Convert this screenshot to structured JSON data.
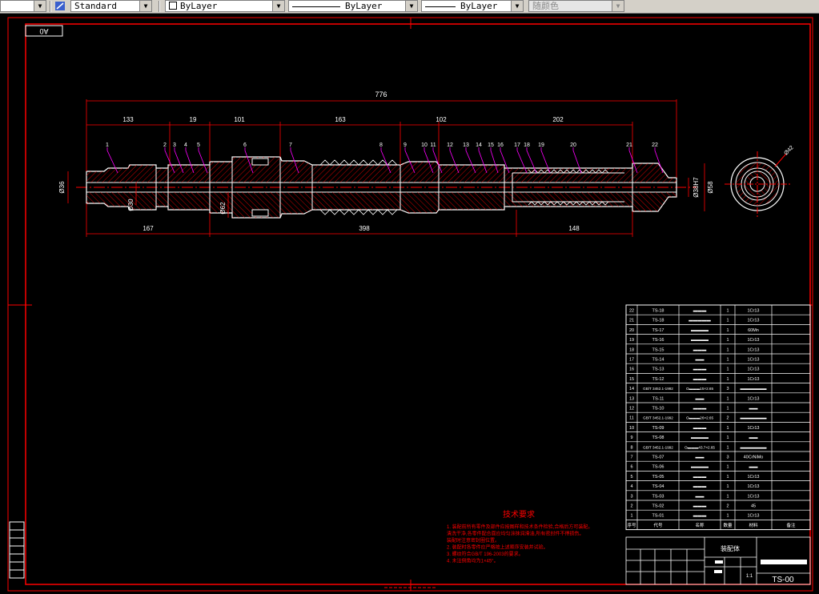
{
  "toolbar": {
    "text_style": "Standard",
    "layer_color": "ByLayer",
    "linetype": "ByLayer",
    "lineweight": "ByLayer",
    "plot_style": "随颜色"
  },
  "drawing": {
    "sheet_size": "A0",
    "dims_top": {
      "overall": "776",
      "segments": [
        "133",
        "19",
        "101",
        "163",
        "102",
        "202"
      ]
    },
    "dims_bottom": [
      "167",
      "398",
      "148"
    ],
    "diameters": {
      "left_outer": "Ø36",
      "left_inner": "Ø30",
      "mid": "Ø62",
      "right_outer": "Ø58",
      "right_inner": "Ø38H7",
      "section": "Ø42"
    },
    "balloons": [
      "1",
      "2",
      "3",
      "4",
      "5",
      "6",
      "7",
      "8",
      "9",
      "10",
      "11",
      "12",
      "13",
      "14",
      "15",
      "16",
      "17",
      "18",
      "19",
      "20",
      "21",
      "22"
    ]
  },
  "bom": {
    "rows": [
      {
        "no": "22",
        "code": "TS-18",
        "name": "▬▬▬",
        "qty": "1",
        "mat": "1Cr13"
      },
      {
        "no": "21",
        "code": "TS-18",
        "name": "▬▬▬▬▬",
        "qty": "1",
        "mat": "1Cr13"
      },
      {
        "no": "20",
        "code": "TS-17",
        "name": "▬▬▬▬",
        "qty": "1",
        "mat": "60Mn"
      },
      {
        "no": "19",
        "code": "TS-16",
        "name": "▬▬▬▬",
        "qty": "1",
        "mat": "1Cr13"
      },
      {
        "no": "18",
        "code": "TS-15",
        "name": "▬▬▬",
        "qty": "1",
        "mat": "1Cr13"
      },
      {
        "no": "17",
        "code": "TS-14",
        "name": "▬▬",
        "qty": "1",
        "mat": "1Cr13"
      },
      {
        "no": "16",
        "code": "TS-13",
        "name": "▬▬▬",
        "qty": "1",
        "mat": "1Cr13"
      },
      {
        "no": "15",
        "code": "TS-12",
        "name": "▬▬▬",
        "qty": "1",
        "mat": "1Cr13"
      },
      {
        "no": "14",
        "code": "GB/T 3452.1-1992",
        "name": "O▬▬▬15×2.65",
        "qty": "3",
        "mat": "▬▬▬▬▬▬"
      },
      {
        "no": "13",
        "code": "TS-11",
        "name": "▬▬",
        "qty": "1",
        "mat": "1Cr13"
      },
      {
        "no": "12",
        "code": "TS-10",
        "name": "▬▬▬",
        "qty": "1",
        "mat": "▬▬"
      },
      {
        "no": "11",
        "code": "GB/T 3452.1-1992",
        "name": "O▬▬▬26×2.65",
        "qty": "2",
        "mat": "▬▬▬▬▬▬"
      },
      {
        "no": "10",
        "code": "TS-09",
        "name": "▬▬▬",
        "qty": "1",
        "mat": "1Cr13"
      },
      {
        "no": "9",
        "code": "TS-08",
        "name": "▬▬▬▬",
        "qty": "1",
        "mat": "▬▬"
      },
      {
        "no": "8",
        "code": "GB/T 3452.1-1992",
        "name": "O▬▬▬43.7×2.65",
        "qty": "1",
        "mat": "▬▬▬▬▬▬"
      },
      {
        "no": "7",
        "code": "TS-07",
        "name": "▬▬",
        "qty": "3",
        "mat": "40CrNiMo"
      },
      {
        "no": "6",
        "code": "TS-06",
        "name": "▬▬▬▬",
        "qty": "1",
        "mat": "▬▬"
      },
      {
        "no": "5",
        "code": "TS-05",
        "name": "▬▬▬",
        "qty": "1",
        "mat": "1Cr13"
      },
      {
        "no": "4",
        "code": "TS-04",
        "name": "▬▬▬",
        "qty": "1",
        "mat": "1Cr13"
      },
      {
        "no": "3",
        "code": "TS-03",
        "name": "▬▬",
        "qty": "1",
        "mat": "1Cr13"
      },
      {
        "no": "2",
        "code": "TS-02",
        "name": "▬▬▬",
        "qty": "2",
        "mat": "45"
      },
      {
        "no": "1",
        "code": "TS-01",
        "name": "▬▬▬",
        "qty": "1",
        "mat": "1Cr13"
      }
    ],
    "header": [
      "序号",
      "代号",
      "名称",
      "数量",
      "材料",
      "备注"
    ]
  },
  "title_block": {
    "label": "装配体",
    "drawing_no": "TS-00",
    "scale_text": "1:1"
  },
  "tech_req": {
    "title": "技术要求",
    "lines": [
      "1. 装配前所有零件及部件应按图样和技术条件检验,合格后方可装配。",
      "   清洗干净,各零件配合面应均匀涂抹润滑油,所有密封件不得损伤。",
      "   装配时注意密封圈位置。",
      "2. 装配时各零件应严格按上述顺序安装并试验。",
      "3. 螺纹符合GB/T 196-2003的要求。",
      "4. 未注倒角均为1×45°。"
    ]
  },
  "colors": {
    "frame": "#ff0000",
    "hatch": "#ff0000",
    "dim": "#ff0000",
    "outline": "#ffffff",
    "center": "#ff0000",
    "balloon": "#ff00ff",
    "text": "#ffffff"
  }
}
